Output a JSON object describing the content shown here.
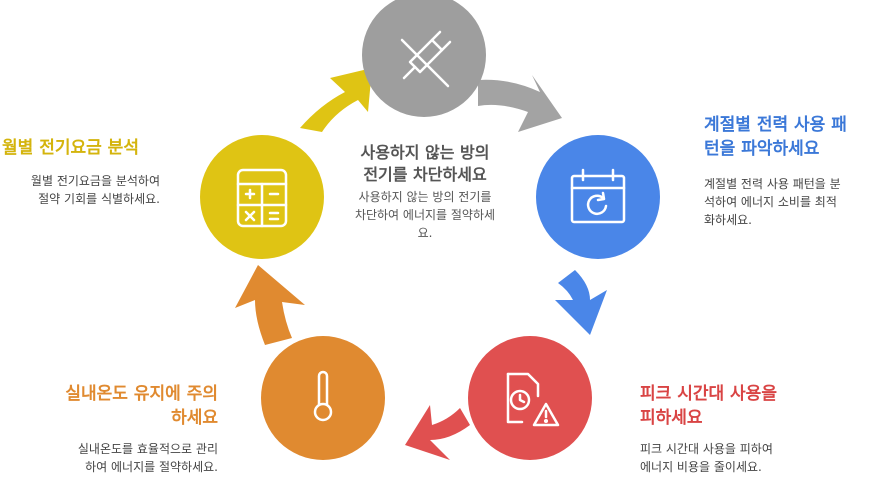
{
  "center": {
    "title_lines": [
      "사용하지 않는 방의",
      "전기를 차단하세요"
    ],
    "desc_lines": [
      "사용하지 않는 방의 전기를",
      "차단하여 에너지를 절약하세",
      "요."
    ]
  },
  "steps": {
    "plug": {
      "icon": "unplug-icon",
      "color": "#9e9e9e"
    },
    "calendar": {
      "icon": "calendar-refresh-icon",
      "color": "#4a86e8",
      "title_lines": [
        "계절별 전력 사용 패",
        "턴을 파악하세요"
      ],
      "desc_lines": [
        "계절별 전력 사용 패턴을 분",
        "석하여 에너지 소비를 최적",
        "화하세요."
      ]
    },
    "peak": {
      "icon": "clock-warning-icon",
      "color": "#e05050",
      "title_lines": [
        "피크 시간대 사용을",
        "피하세요"
      ],
      "desc_lines": [
        "피크 시간대 사용을 피하여",
        "에너지 비용을 줄이세요."
      ]
    },
    "temperature": {
      "icon": "thermometer-icon",
      "color": "#e08a30",
      "title_lines": [
        "실내온도 유지에 주의",
        "하세요"
      ],
      "desc_lines": [
        "실내온도를 효율적으로 관리",
        "하여 에너지를 절약하세요."
      ]
    },
    "bill": {
      "icon": "calculator-icon",
      "color": "#dfc414",
      "title_lines": [
        "월별 전기요금 분석"
      ],
      "desc_lines": [
        "월별 전기요금을 분석하여",
        "절약 기회를 식별하세요."
      ]
    }
  }
}
